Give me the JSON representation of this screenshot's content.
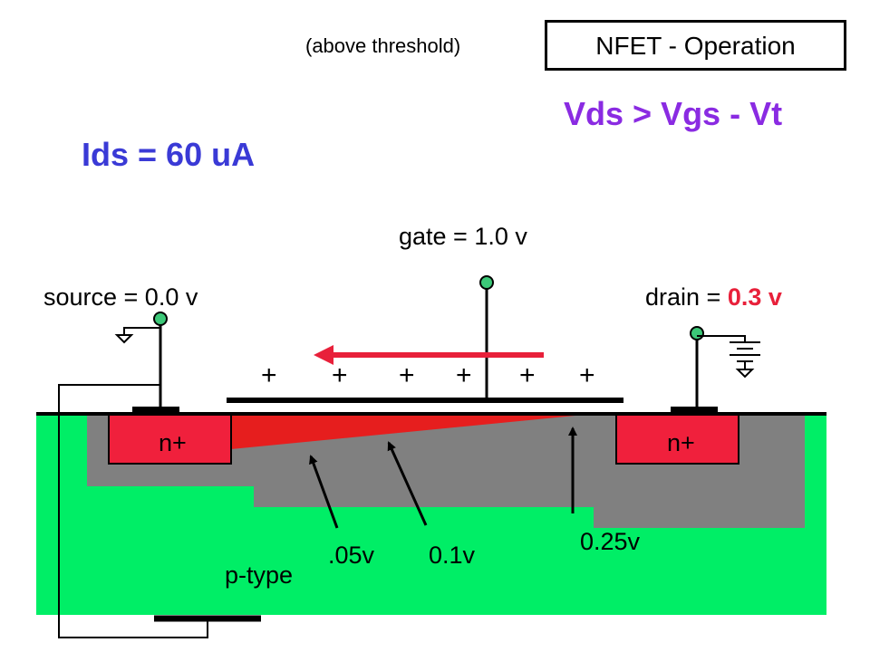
{
  "subtitle": "(above threshold)",
  "title": "NFET - Operation",
  "condition": "Vds > Vgs - Vt",
  "current": "Ids = 60 uA",
  "gate": {
    "label": "gate = 1.0 v"
  },
  "source": {
    "label": "source = 0.0 v"
  },
  "drain": {
    "label_prefix": "drain = ",
    "voltage": "0.3 v"
  },
  "gate_charges": [
    "+",
    "+",
    "+",
    "+",
    "+",
    "+"
  ],
  "regions": {
    "left_implant": "n+",
    "right_implant": "n+",
    "substrate": "p-type"
  },
  "channel_potentials": [
    ".05v",
    "0.1v",
    "0.25v"
  ],
  "colors": {
    "accent_purple": "#8a2be2",
    "current_blue": "#3a3ad6",
    "drain_red": "#e8203a",
    "substrate_green": "#00ee66",
    "depletion_gray": "#808080",
    "implant_red": "#f0203c",
    "channel_red": "#e61e1e"
  }
}
